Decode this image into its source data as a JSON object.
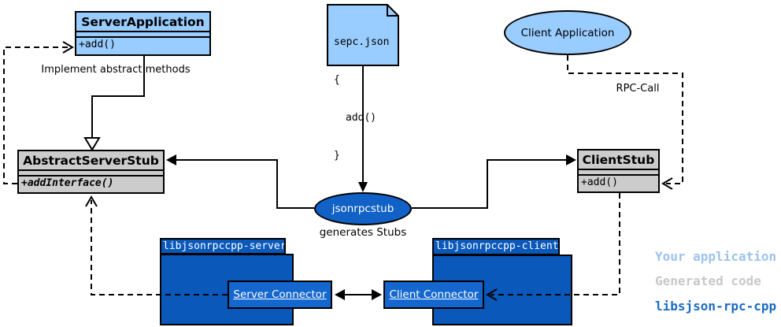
{
  "diagram": {
    "classes": {
      "server_application": {
        "title": "ServerApplication",
        "method": "+add()"
      },
      "abstract_server_stub": {
        "title": "AbstractServerStub",
        "method": "+addInterface()"
      },
      "client_stub": {
        "title": "ClientStub",
        "method": "+add()"
      }
    },
    "note": {
      "lines": [
        "sepc.json",
        "{",
        "add()",
        "}"
      ]
    },
    "ellipses": {
      "client_application": "Client Application",
      "jsonrpcstub": "jsonrpcstub"
    },
    "labels": {
      "implement_abstract_methods": "Implement abstract methods",
      "rpc_call": "RPC-Call",
      "generates_stubs": "generates Stubs"
    },
    "packages": {
      "server": {
        "name": "libjsonrpccpp-server",
        "connector_label": "Server Connector"
      },
      "client": {
        "name": "libjsonrpccpp-client",
        "connector_label": "Client Connector"
      }
    },
    "legend": [
      {
        "label": "Your application",
        "color": "#9dc2ee"
      },
      {
        "label": "Generated code",
        "color": "#c8c8c8"
      },
      {
        "label": "libsjson-rpc-cpp",
        "color": "#1b6bc5"
      }
    ],
    "colors": {
      "application_light_blue": "#99ccff",
      "generated_gray": "#cccccc",
      "package_blue": "#0a59ba",
      "connector_blue": "#1467cf",
      "stub_ellipse_blue": "#1161c6",
      "line_black": "#000000"
    }
  }
}
